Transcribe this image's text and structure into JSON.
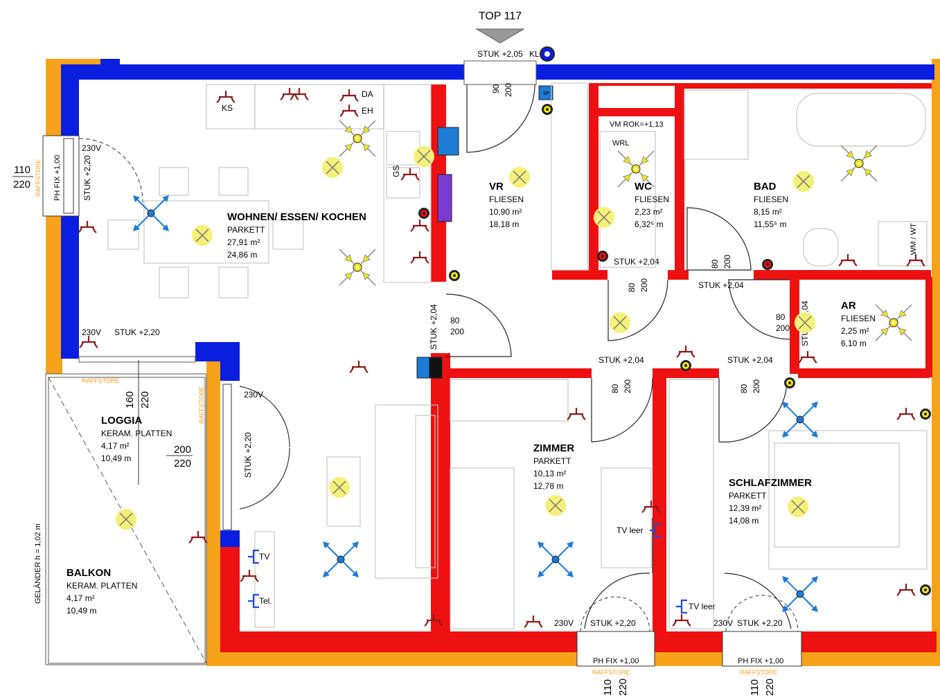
{
  "plan": {
    "title": "TOP 117",
    "colors": {
      "exterior_wall": "#f7a21b",
      "insulation": "#0a1ee0",
      "interior_wall": "#ee1111",
      "light_fixture": "#f5f07a",
      "outlet": "#8b1a1a",
      "sensor": "#1e7bd6"
    },
    "rooms": {
      "wohnen": {
        "name": "WOHNEN/ ESSEN/ KOCHEN",
        "floor": "PARKETT",
        "area": "27,91 m²",
        "perimeter": "24,86 m"
      },
      "vr": {
        "name": "VR",
        "floor": "FLIESEN",
        "area": "10,90 m²",
        "perimeter": "18,18 m"
      },
      "wc": {
        "name": "WC",
        "floor": "FLIESEN",
        "area": "2,23 m²",
        "perimeter": "6,32⁵ m"
      },
      "bad": {
        "name": "BAD",
        "floor": "FLIESEN",
        "area": "8,15 m²",
        "perimeter": "11,55⁵ m"
      },
      "ar": {
        "name": "AR",
        "floor": "FLIESEN",
        "area": "2,25 m²",
        "perimeter": "6,10 m"
      },
      "loggia": {
        "name": "LOGGIA",
        "floor": "KERAM. PLATTEN",
        "area": "4,17 m²",
        "perimeter": "10,49 m"
      },
      "balkon": {
        "name": "BALKON",
        "floor": "KERAM. PLATTEN",
        "area": "4,17 m²",
        "perimeter": "10,49 m"
      },
      "zimmer": {
        "name": "ZIMMER",
        "floor": "PARKETT",
        "area": "10,13 m²",
        "perimeter": "12,78 m"
      },
      "schlafzimmer": {
        "name": "SCHLAFZIMMER",
        "floor": "PARKETT",
        "area": "12,39 m²",
        "perimeter": "14,08 m"
      }
    },
    "annotations": {
      "stuk_205": "STUK +2,05",
      "stuk_220": "STUK +2,20",
      "stuk_204": "STUK +2,04",
      "kl": "KL",
      "sp": "SP",
      "ks": "KS",
      "da": "DA",
      "eh": "EH",
      "gs": "GS",
      "v230": "230V",
      "tv": "TV",
      "tel": "Tel.",
      "tv_leer": "TV leer",
      "raffstore": "RAFFSTORE",
      "ph_fix": "PH FIX +1,00",
      "wm_rok": "VM ROK=+1,13",
      "wrl": "WRL",
      "wm_wt": "WM / WT",
      "gelaender": "GELÄNDER h = 1,02 m",
      "d90": "90",
      "d80": "80",
      "d110": "110",
      "d160": "160",
      "d200": "200",
      "d220": "220"
    }
  }
}
